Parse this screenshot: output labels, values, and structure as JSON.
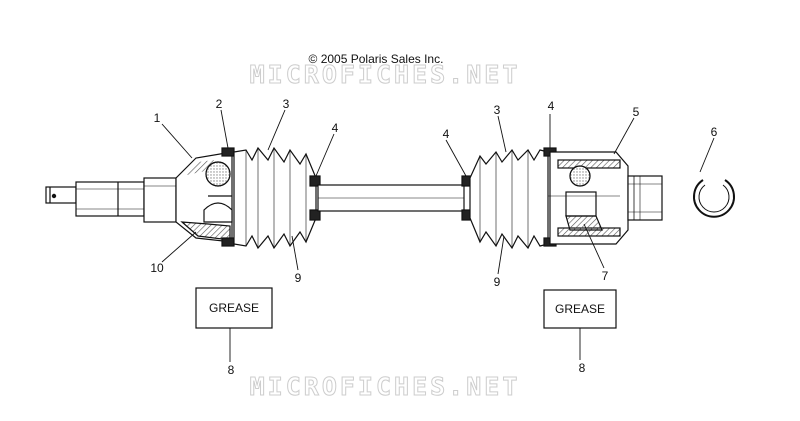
{
  "copyright": "© 2005 Polaris Sales Inc.",
  "watermark": "MICROFICHES.NET",
  "callouts": {
    "c1": "1",
    "c2": "2",
    "c3a": "3",
    "c4a": "4",
    "c4b": "4",
    "c3b": "3",
    "c4c": "4",
    "c5": "5",
    "c6": "6",
    "c7": "7",
    "c9a": "9",
    "c9b": "9",
    "c10": "10",
    "c8a": "8",
    "c8b": "8"
  },
  "grease": {
    "left": "GREASE",
    "right": "GREASE"
  },
  "colors": {
    "line": "#111111",
    "hatch": "#555555",
    "watermark_stroke": "#c8c8c8"
  }
}
